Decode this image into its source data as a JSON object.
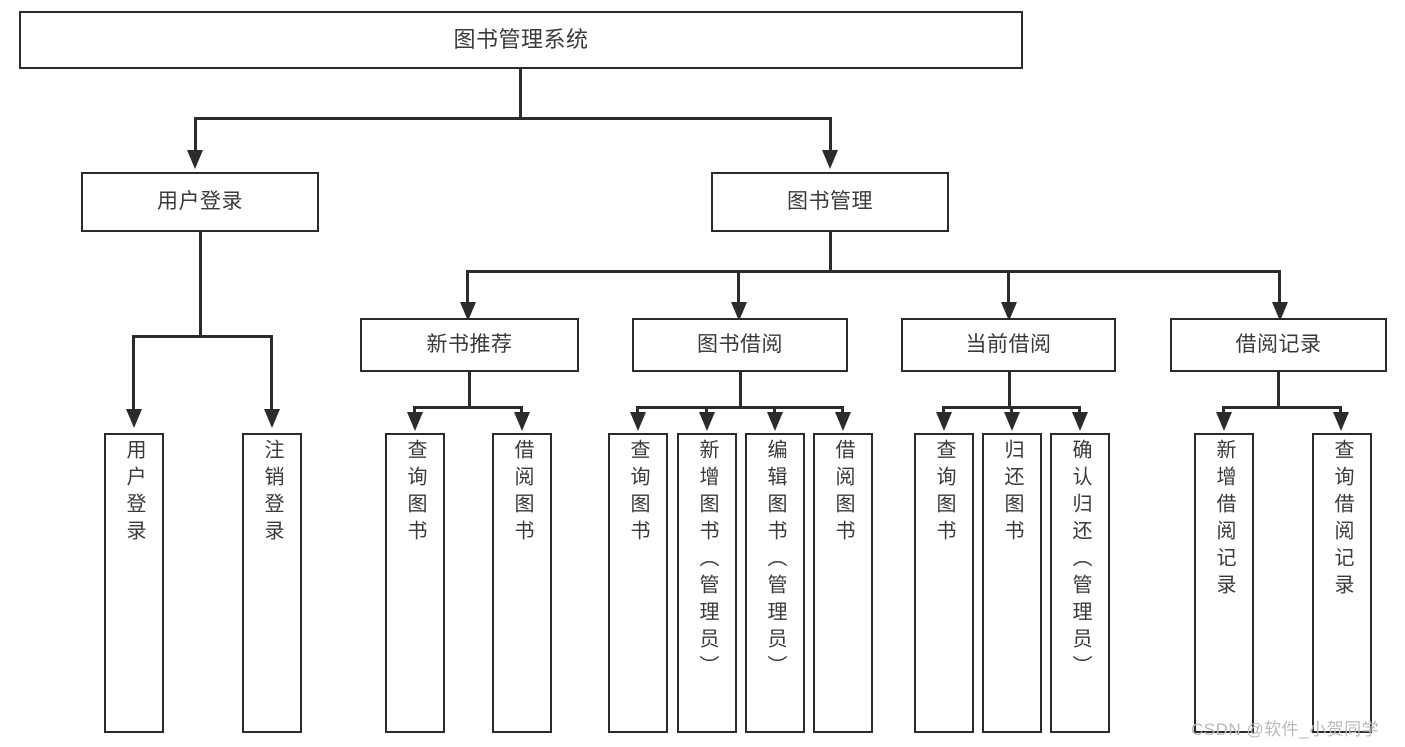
{
  "diagram": {
    "title": "图书管理系统",
    "type": "功能结构图",
    "watermark": "CSDN @软件_小贺同学",
    "colors": {
      "stroke": "#2b2b2b",
      "text": "#3a3a3a",
      "background": "#ffffff",
      "watermark": "#b9b9b9"
    },
    "nodes": {
      "root": {
        "label": "图书管理系统"
      },
      "level2": [
        {
          "id": "user-login",
          "label": "用户登录"
        },
        {
          "id": "book-manage",
          "label": "图书管理"
        }
      ],
      "level3": [
        {
          "id": "new-book-recommend",
          "label": "新书推荐"
        },
        {
          "id": "book-borrow",
          "label": "图书借阅"
        },
        {
          "id": "current-borrow",
          "label": "当前借阅"
        },
        {
          "id": "borrow-record",
          "label": "借阅记录"
        }
      ],
      "leaves": {
        "user_login": [
          {
            "id": "leaf-user-login",
            "label": "用户登录"
          },
          {
            "id": "leaf-logout-login",
            "label": "注销登录"
          }
        ],
        "new_book_recommend": [
          {
            "id": "leaf-query-book-1",
            "label": "查询图书"
          },
          {
            "id": "leaf-borrow-book-1",
            "label": "借阅图书"
          }
        ],
        "book_borrow": [
          {
            "id": "leaf-query-book-2",
            "label": "查询图书"
          },
          {
            "id": "leaf-add-book",
            "label": "新增图书（管理员）"
          },
          {
            "id": "leaf-edit-book",
            "label": "编辑图书（管理员）"
          },
          {
            "id": "leaf-borrow-book-2",
            "label": "借阅图书"
          }
        ],
        "current_borrow": [
          {
            "id": "leaf-query-book-3",
            "label": "查询图书"
          },
          {
            "id": "leaf-return-book",
            "label": "归还图书"
          },
          {
            "id": "leaf-confirm-return",
            "label": "确认归还（管理员）"
          }
        ],
        "borrow_record": [
          {
            "id": "leaf-add-record",
            "label": "新增借阅记录"
          },
          {
            "id": "leaf-query-record",
            "label": "查询借阅记录"
          }
        ]
      }
    }
  }
}
